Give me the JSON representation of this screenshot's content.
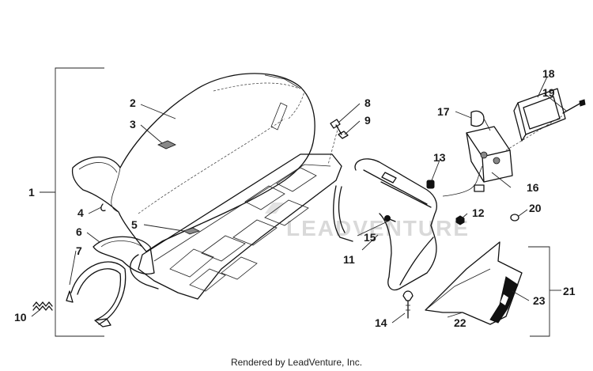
{
  "diagram": {
    "callouts": [
      "1",
      "2",
      "3",
      "4",
      "5",
      "6",
      "7",
      "8",
      "9",
      "10",
      "11",
      "12",
      "13",
      "14",
      "15",
      "16",
      "17",
      "18",
      "19",
      "20",
      "21",
      "22",
      "23"
    ],
    "watermark": "LEADVENTURE",
    "footer": "Rendered by LeadVenture, Inc."
  }
}
